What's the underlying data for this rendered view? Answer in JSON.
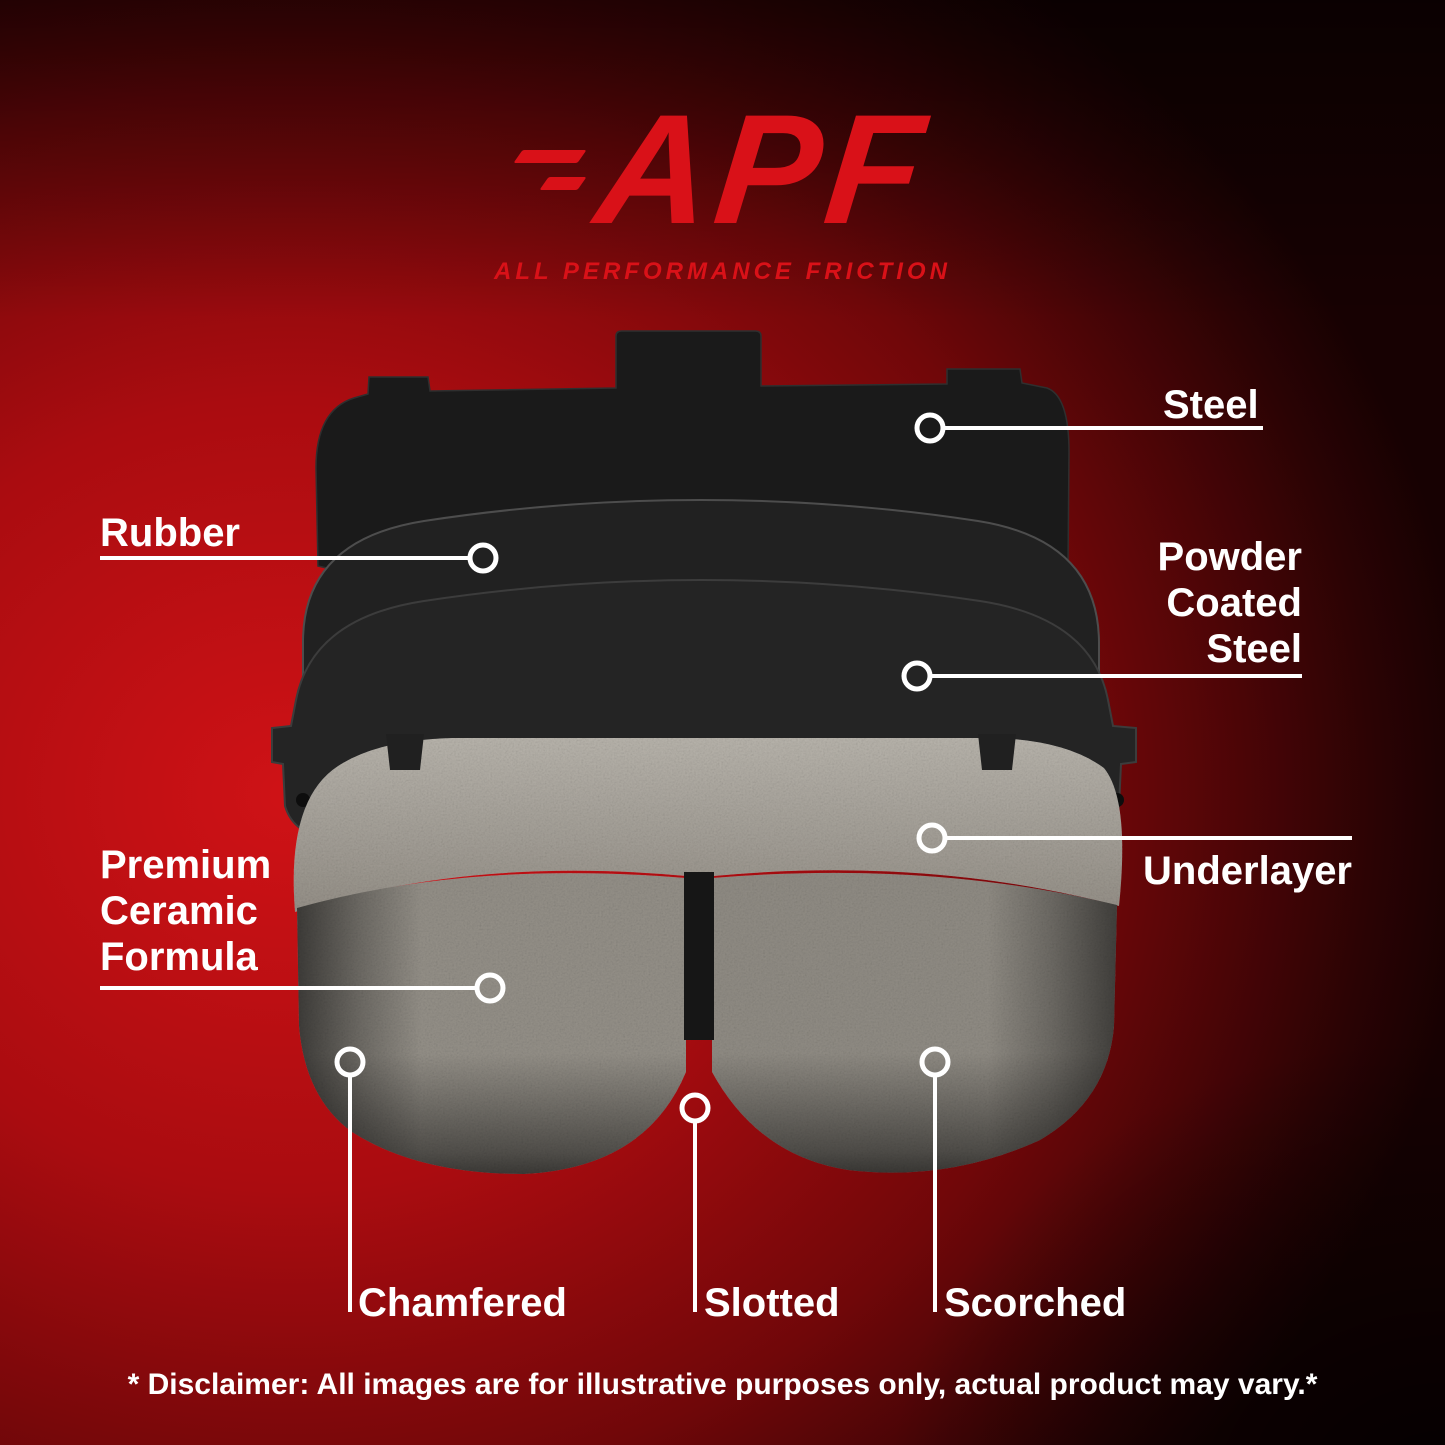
{
  "logo": {
    "text": "APF",
    "tagline": "ALL PERFORMANCE FRICTION"
  },
  "callouts": {
    "steel": "Steel",
    "rubber": "Rubber",
    "powder_coated_steel": "Powder Coated Steel",
    "underlayer": "Underlayer",
    "premium_ceramic": "Premium Ceramic Formula",
    "chamfered": "Chamfered",
    "slotted": "Slotted",
    "scorched": "Scorched"
  },
  "disclaimer": "* Disclaimer: All images are for illustrative purposes only, actual product may vary.*",
  "colors": {
    "accent_red": "#d91118",
    "background_red": "#aa0c10",
    "label_white": "#ffffff",
    "steel_dark": "#1a1a1a",
    "ceramic_gray": "#938f87"
  }
}
